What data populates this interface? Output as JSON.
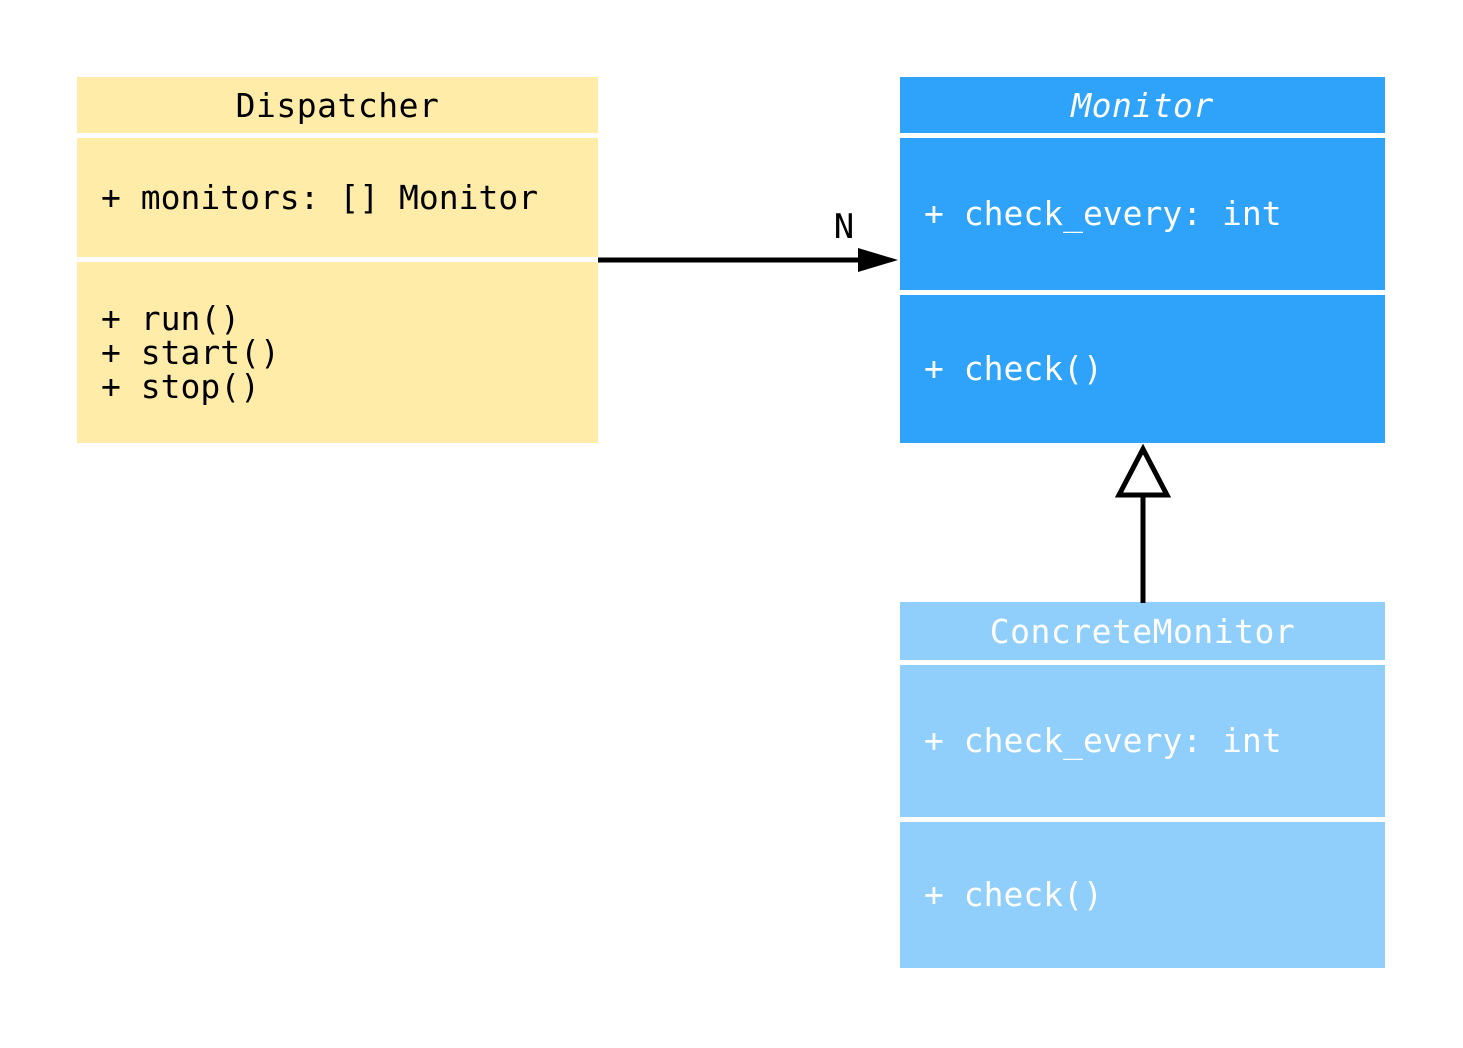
{
  "diagram": {
    "type": "uml-class-diagram",
    "background": "#ffffff",
    "classes": [
      {
        "name": "Dispatcher",
        "abstract": false,
        "fill": "#FFECA9",
        "text_color": "#000000",
        "attributes": [
          "+ monitors: [] Monitor"
        ],
        "methods": [
          "+ run()",
          "+ start()",
          "+ stop()"
        ]
      },
      {
        "name": "Monitor",
        "abstract": true,
        "fill": "#2EA3F9",
        "text_color": "#FFFFFF",
        "attributes": [
          "+ check_every: int"
        ],
        "methods": [
          "+ check()"
        ]
      },
      {
        "name": "ConcreteMonitor",
        "abstract": false,
        "fill": "#90CFFB",
        "text_color": "#FFFFFF",
        "attributes": [
          "+ check_every: int"
        ],
        "methods": [
          "+ check()"
        ]
      }
    ],
    "relations": [
      {
        "type": "association",
        "from": "Dispatcher",
        "to": "Monitor",
        "label": "N",
        "line_color": "#000000"
      },
      {
        "type": "inheritance",
        "from": "ConcreteMonitor",
        "to": "Monitor",
        "label": "",
        "line_color": "#000000"
      }
    ]
  }
}
